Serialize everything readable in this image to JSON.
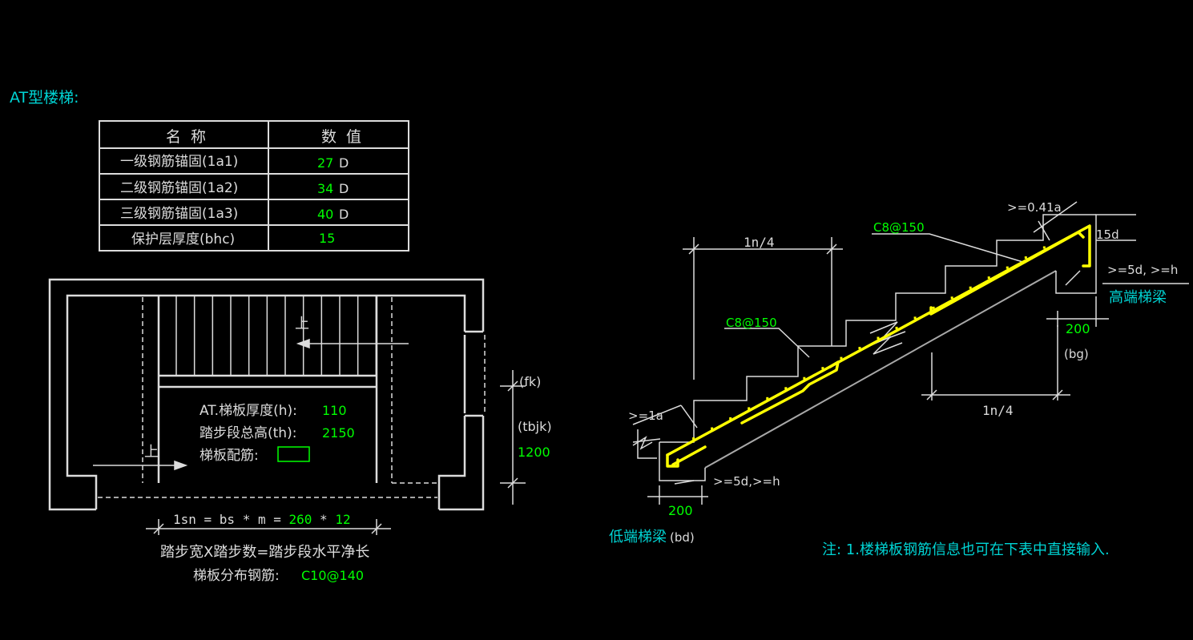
{
  "title": "AT型楼梯:",
  "colors": {
    "background": "#000000",
    "line": "#dcdcdc",
    "value": "#00ff00",
    "label": "#00d4d4",
    "rebar": "#ffff00"
  },
  "table": {
    "headers": [
      "名  称",
      "数  值"
    ],
    "rows": [
      {
        "name": "一级钢筋锚固(1a1)",
        "value": "27",
        "unit": "D"
      },
      {
        "name": "二级钢筋锚固(1a2)",
        "value": "34",
        "unit": "D"
      },
      {
        "name": "三级钢筋锚固(1a3)",
        "value": "40",
        "unit": "D"
      },
      {
        "name": "保护层厚度(bhc)",
        "value": "15",
        "unit": ""
      }
    ]
  },
  "plan": {
    "up_label": "上",
    "thickness_label": "AT.梯板厚度(h):",
    "thickness_value": "110",
    "height_label": "踏步段总高(th):",
    "height_value": "2150",
    "rebar_label": "梯板配筋:",
    "rebar_value": "",
    "fk_label": "(fk)",
    "tbjk_label": "(tbjk)",
    "width_value": "1200",
    "lsn_prefix": "1sn = bs * m = ",
    "bs_value": "260",
    "times": " * ",
    "m_value": "12",
    "caption": "踏步宽X踏步数=踏步段水平净长",
    "dist_label": "梯板分布钢筋:",
    "dist_value": "C10@140"
  },
  "section": {
    "ln4_top": "1n/4",
    "ln4_bottom": "1n/4",
    "rebar_top": "C8@150",
    "rebar_mid": "C8@150",
    "anchor_top": ">=0.41a",
    "d15": "15d",
    "anchor_high": ">=5d, >=h",
    "high_beam": "高端梯梁",
    "bg_value": "200",
    "bg_label": "(bg)",
    "la_label": ">=1a",
    "anchor_low": ">=5d,>=h",
    "bd_value": "200",
    "low_beam": "低端梯梁",
    "bd_label": "(bd)",
    "note": "注: 1.楼梯板钢筋信息也可在下表中直接输入."
  }
}
